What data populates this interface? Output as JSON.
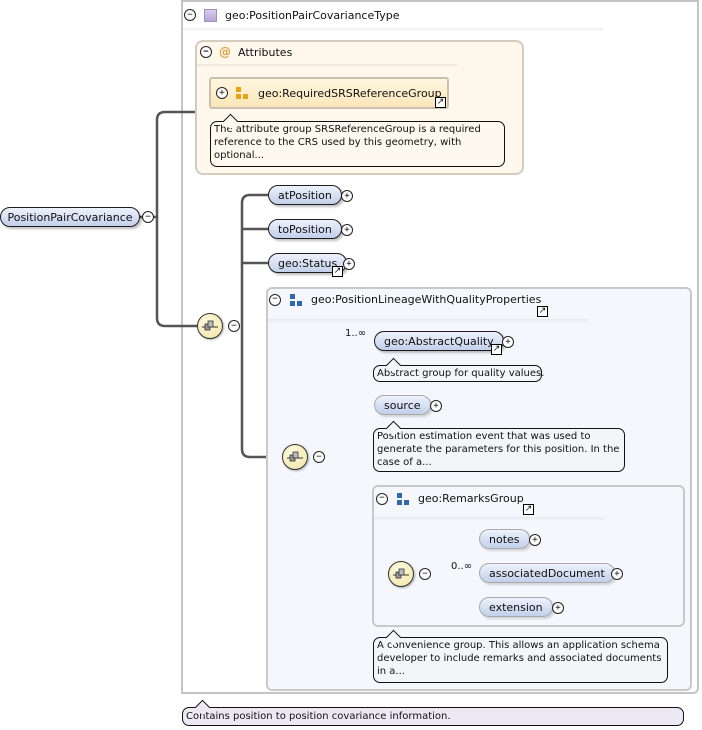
{
  "root_element": {
    "label": "PositionPairCovariance",
    "toggle": "−"
  },
  "type": {
    "label": "geo:PositionPairCovarianceType",
    "toggle": "−",
    "icon": "complex-type-icon",
    "annotation": "Contains position to position covariance information."
  },
  "attributes": {
    "label": "Attributes",
    "toggle": "−",
    "icon": "attribute-at-icon",
    "at_symbol": "@",
    "group": {
      "label": "geo:RequiredSRSReferenceGroup",
      "toggle": "+",
      "icon": "attribute-group-icon",
      "ref_icon": "↗",
      "annotation": "The attribute group SRSReferenceGroup is a required reference to the CRS used by this geometry, with optional..."
    }
  },
  "sequence": {
    "icon": "sequence-compositor-icon",
    "toggle": "−",
    "elements": [
      {
        "label": "atPosition",
        "toggle": "+",
        "ref": false
      },
      {
        "label": "toPosition",
        "toggle": "+",
        "ref": false
      },
      {
        "label": "geo:Status",
        "toggle": "+",
        "ref": true,
        "ref_icon": "↗"
      }
    ]
  },
  "lineage_group": {
    "label": "geo:PositionLineageWithQualityProperties",
    "toggle": "−",
    "icon": "model-group-icon",
    "ref_icon": "↗",
    "sequence_toggle": "−",
    "elements": [
      {
        "label": "geo:AbstractQuality",
        "toggle": "+",
        "ref": true,
        "ref_icon": "↗",
        "cardinality": "1..∞",
        "annotation": "Abstract group for quality values."
      },
      {
        "label": "source",
        "toggle": "+",
        "optional": true,
        "annotation": "Position estimation event that was used to generate the parameters for this position. In the case of a..."
      }
    ]
  },
  "remarks_group": {
    "label": "geo:RemarksGroup",
    "toggle": "−",
    "icon": "model-group-icon",
    "ref_icon": "↗",
    "sequence_toggle": "−",
    "elements": [
      {
        "label": "notes",
        "toggle": "+",
        "optional": true
      },
      {
        "label": "associatedDocument",
        "toggle": "+",
        "optional": true,
        "cardinality": "0..∞"
      },
      {
        "label": "extension",
        "toggle": "+",
        "optional": true
      }
    ],
    "annotation": "A convenience group. This allows an application schema developer to include remarks and associated documents in a..."
  },
  "colors": {
    "element_fill": "#c9d7ef",
    "attribute_fill": "#fdf7ec",
    "group_icon_blue": "#2f67b0",
    "attr_group_icon": "#e8a317",
    "connector": "#555555"
  }
}
